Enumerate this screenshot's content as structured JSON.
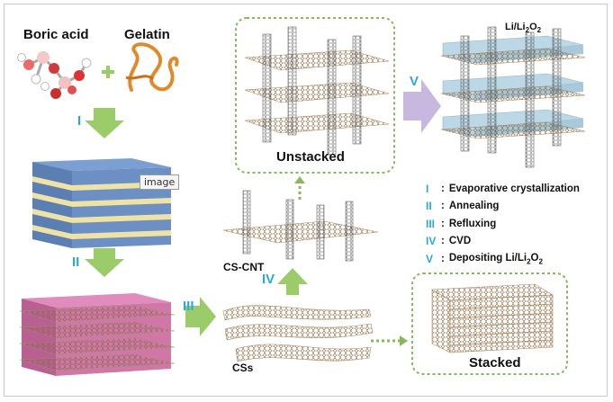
{
  "materials": {
    "boric_acid": "Boric acid",
    "gelatin": "Gelatin",
    "plus": "+"
  },
  "tooltip": "image",
  "labels": {
    "unstacked": "Unstacked",
    "stacked": "Stacked",
    "cs_cnt": "CS-CNT",
    "css": "CSs",
    "li_prefix": "Li/Li",
    "li_sub1": "2",
    "li_mid": "O",
    "li_sub2": "2"
  },
  "steps": {
    "s1": "I",
    "s2": "II",
    "s3": "III",
    "s4": "IV",
    "s5": "V"
  },
  "legend": [
    {
      "num": "I",
      "text": "Evaporative crystallization"
    },
    {
      "num": "II",
      "text": "Annealing"
    },
    {
      "num": "III",
      "text": "Refluxing"
    },
    {
      "num": "IV",
      "text": "CVD"
    },
    {
      "num": "V",
      "text": "Depositing Li/Li",
      "sub1": "2",
      "mid": "O",
      "sub2": "2"
    }
  ],
  "colors": {
    "arrow_green": "#9ccb6a",
    "arrow_purple": "#c8b8e0",
    "step_blue": "#2aa9d8",
    "layer_blue": "#7096c8",
    "layer_yellow": "#efe2a6",
    "layer_pink": "#d77fb0",
    "sheet_brown": "#b08a60",
    "box_border": "#88b85a",
    "glass": "#bcd8e6"
  }
}
